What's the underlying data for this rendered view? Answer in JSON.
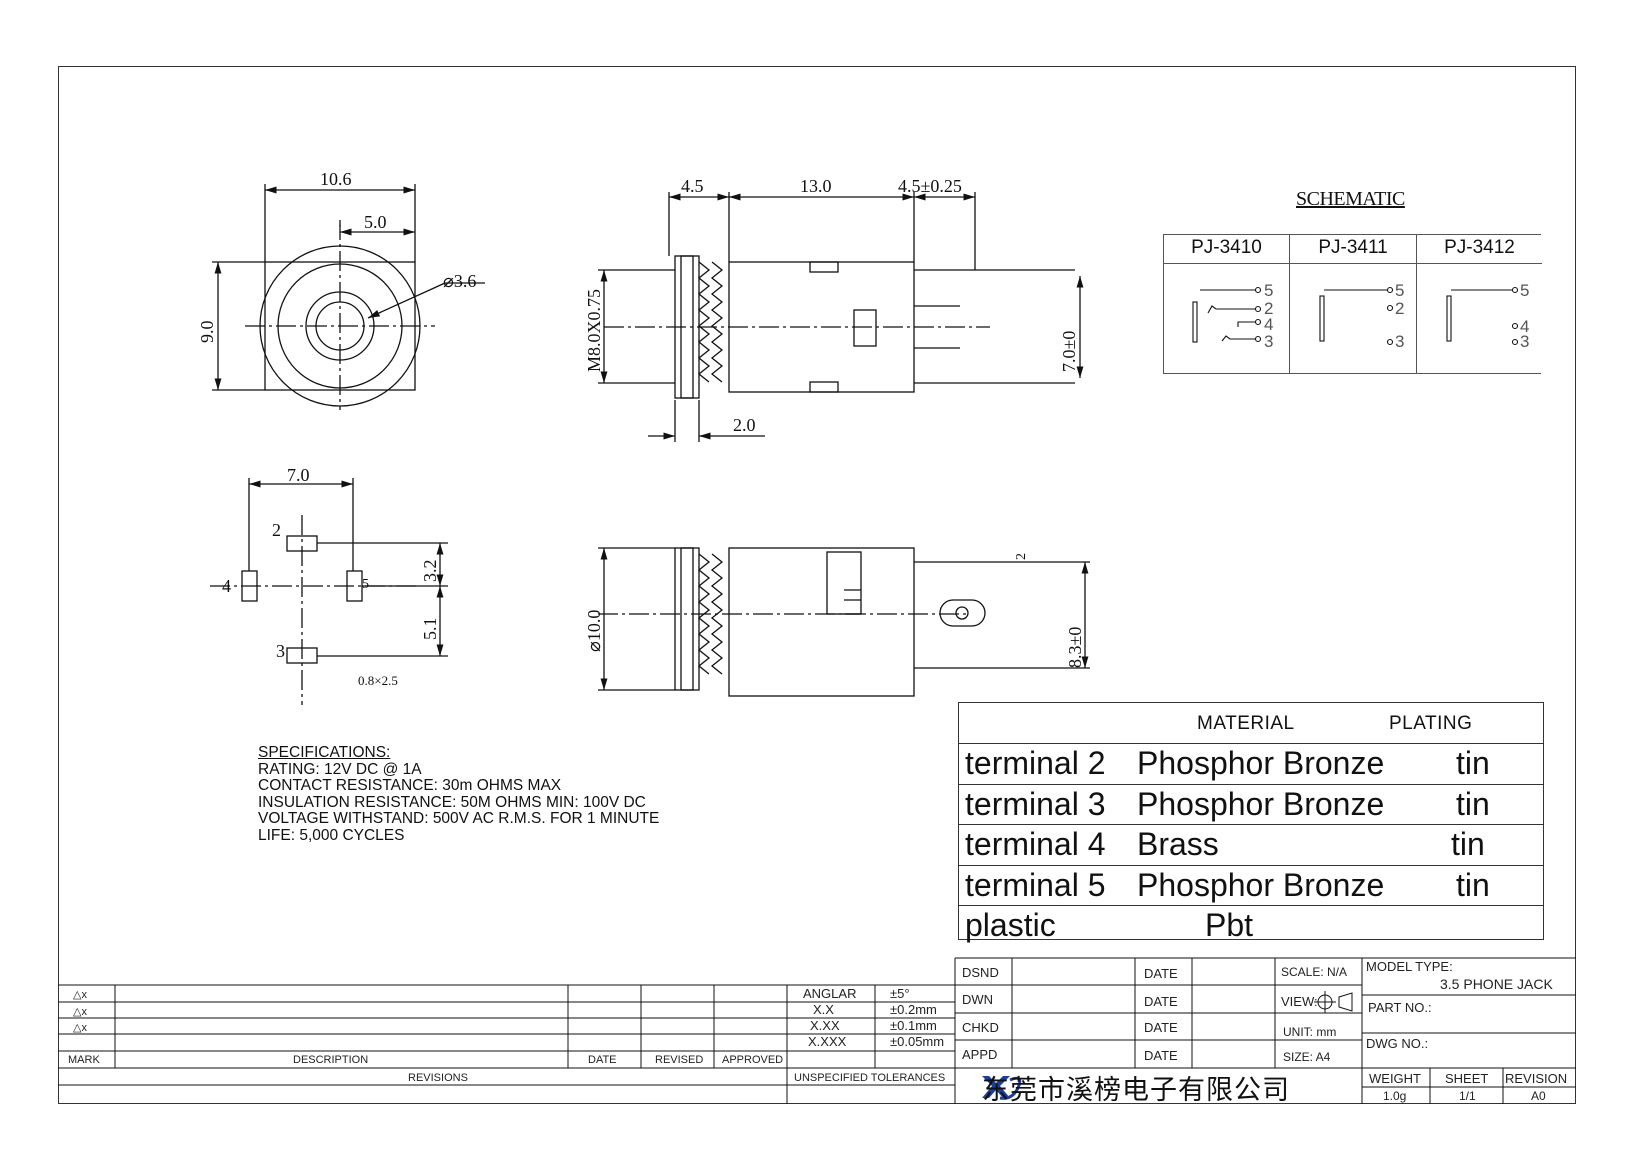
{
  "dimensions": {
    "front_width": "10.6",
    "front_half_width": "5.0",
    "front_height": "9.0",
    "hole_diameter": "⌀3.6",
    "side_a": "4.5",
    "side_b": "13.0",
    "side_c": "4.5±0.25",
    "thread": "M8.0X0.75",
    "side_height": "7.0±0",
    "flange": "2.0",
    "foot_width": "7.0",
    "foot_h1": "3.2",
    "foot_h2": "5.1",
    "pad_size": "0.8×2.5",
    "pin2": "2",
    "pin3": "3",
    "pin4": "4",
    "pin5": "5",
    "bottom_dia": "⌀10.0",
    "bottom_height": "8.3±0",
    "bottom_tag": "2"
  },
  "schematic": {
    "title": "SCHEMATIC",
    "models": [
      "PJ-3410",
      "PJ-3411",
      "PJ-3412"
    ],
    "pins": {
      "p5": "5",
      "p2": "2",
      "p4": "4",
      "p3": "3"
    }
  },
  "specs": {
    "title": "SPECIFICATIONS:",
    "lines": [
      "RATING: 12V DC @ 1A",
      "CONTACT RESISTANCE: 30m OHMS MAX",
      "INSULATION RESISTANCE: 50M OHMS MIN: 100V DC",
      "VOLTAGE WITHSTAND: 500V AC R.M.S. FOR 1 MINUTE",
      "LIFE: 5,000 CYCLES"
    ]
  },
  "material_table": {
    "headers": [
      "MATERIAL",
      "PLATING"
    ],
    "rows": [
      [
        "terminal 2",
        "Phosphor Bronze",
        "tin"
      ],
      [
        "terminal 3",
        "Phosphor Bronze",
        "tin"
      ],
      [
        "terminal 4",
        "Brass",
        "tin"
      ],
      [
        "terminal 5",
        "Phosphor Bronze",
        "tin"
      ],
      [
        "plastic",
        "Pbt",
        ""
      ]
    ]
  },
  "revisions": {
    "marks": [
      "△x",
      "△x",
      "△x"
    ],
    "headers": [
      "MARK",
      "DESCRIPTION",
      "DATE",
      "REVISED",
      "APPROVED"
    ],
    "footer": "REVISIONS"
  },
  "tolerances": {
    "rows": [
      [
        "ANGLAR",
        "±5°"
      ],
      [
        "X.X",
        "±0.2mm"
      ],
      [
        "X.XX",
        "±0.1mm"
      ],
      [
        "X.XXX",
        "±0.05mm"
      ]
    ],
    "footer": "UNSPECIFIED TOLERANCES"
  },
  "title_block": {
    "roles": [
      "DSND",
      "DWN",
      "CHKD",
      "APPD"
    ],
    "date_label": "DATE",
    "scale": "SCALE: N/A",
    "view": "VIEW:",
    "unit": "UNIT: mm",
    "size": "SIZE: A4",
    "model_type_label": "MODEL TYPE:",
    "model_type": "3.5 PHONE JACK",
    "part_no_label": "PART NO.:",
    "dwg_no_label": "DWG NO.:",
    "weight_label": "WEIGHT",
    "weight": "1.0g",
    "sheet_label": "SHEET",
    "sheet": "1/1",
    "revision_label": "REVISION",
    "revision": "A0",
    "company": "东莞市溪榜电子有限公司"
  }
}
